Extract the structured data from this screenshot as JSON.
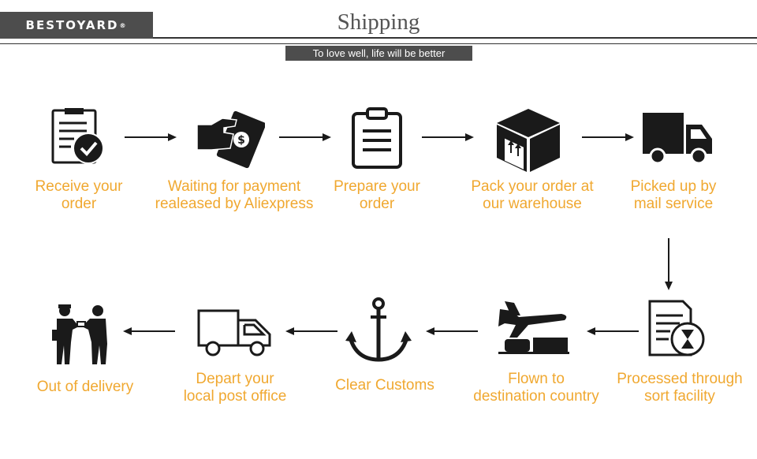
{
  "header": {
    "brand": "BESTOYARD",
    "brand_mark": "®",
    "title": "Shipping",
    "tagline": "To love well, life will be better"
  },
  "colors": {
    "accent": "#f0a830",
    "icon": "#1a1a1a",
    "banner": "#4d4d4d"
  },
  "steps": [
    {
      "icon": "clipboard-check-icon",
      "line1": "Receive your",
      "line2": "order"
    },
    {
      "icon": "hand-money-icon",
      "line1": "Waiting for payment",
      "line2": "realeased by Aliexpress"
    },
    {
      "icon": "clipboard-list-icon",
      "line1": "Prepare your",
      "line2": "order"
    },
    {
      "icon": "package-box-icon",
      "line1": "Pack your order at",
      "line2": "our warehouse"
    },
    {
      "icon": "delivery-truck-icon",
      "line1": "Picked up by",
      "line2": "mail service"
    },
    {
      "icon": "document-hourglass-icon",
      "line1": "Processed through",
      "line2": "sort facility"
    },
    {
      "icon": "airplane-cargo-icon",
      "line1": "Flown to",
      "line2": "destination country"
    },
    {
      "icon": "anchor-icon",
      "line1": "Clear Customs",
      "line2": ""
    },
    {
      "icon": "truck-outline-icon",
      "line1": "Depart your",
      "line2": "local post office"
    },
    {
      "icon": "handover-people-icon",
      "line1": "Out of delivery",
      "line2": ""
    }
  ]
}
